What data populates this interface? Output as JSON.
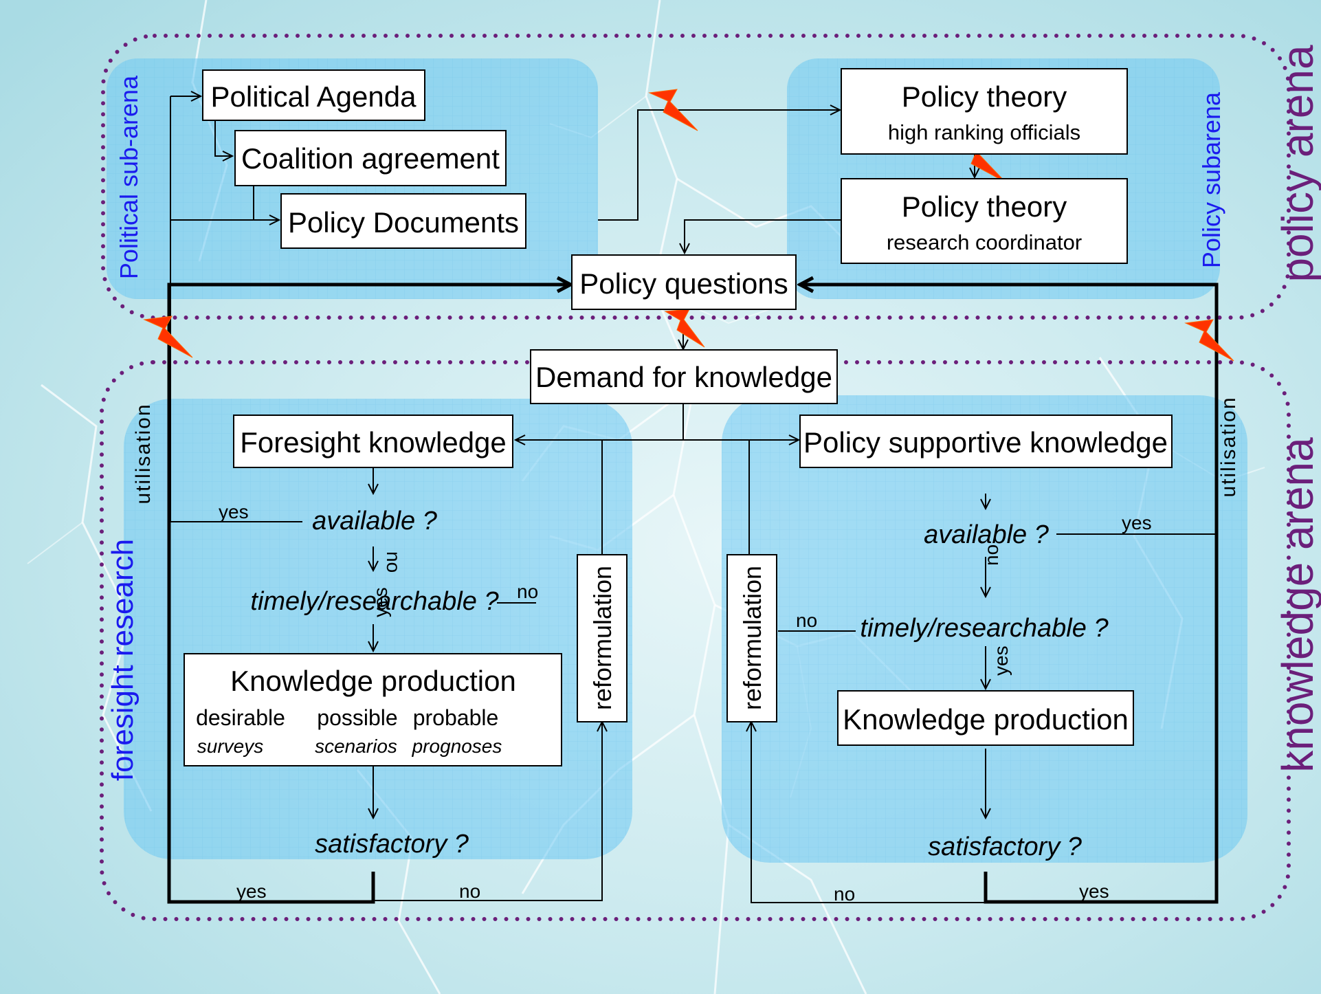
{
  "arenas": {
    "policy_arena": "policy arena",
    "knowledge_arena": "knowledge arena"
  },
  "subarenas": {
    "political": "Political sub-arena",
    "policy": "Policy subarena",
    "foresight": "foresight research"
  },
  "boxes": {
    "political_agenda": "Political Agenda",
    "coalition_agreement": "Coalition agreement",
    "policy_documents": "Policy Documents",
    "policy_theory_1_title": "Policy theory",
    "policy_theory_1_sub": "high ranking officials",
    "policy_theory_2_title": "Policy theory",
    "policy_theory_2_sub": "research coordinator",
    "policy_questions": "Policy questions",
    "demand_for_knowledge": "Demand for knowledge",
    "foresight_knowledge": "Foresight knowledge",
    "policy_supportive_knowledge": "Policy supportive knowledge",
    "knowledge_production_left": "Knowledge production",
    "knowledge_production_right": "Knowledge production",
    "reformulation_left": "reformulation",
    "reformulation_right": "reformulation"
  },
  "methods": {
    "desirable": "desirable",
    "surveys": "surveys",
    "possible": "possible",
    "scenarios": "scenarios",
    "probable": "probable",
    "prognoses": "prognoses"
  },
  "questions": {
    "available": "available ?",
    "timely": "timely/researchable ?",
    "satisfactory": "satisfactory ?"
  },
  "labels": {
    "yes": "yes",
    "no": "no",
    "utilisation": "utilisation"
  },
  "colors": {
    "arena_dots": "#6b1f7a",
    "arena_text": "#6b1f7a",
    "subarena_text": "#1a1aee",
    "panel_fill": "#6ec8f2",
    "bolt": "#ff3300"
  }
}
